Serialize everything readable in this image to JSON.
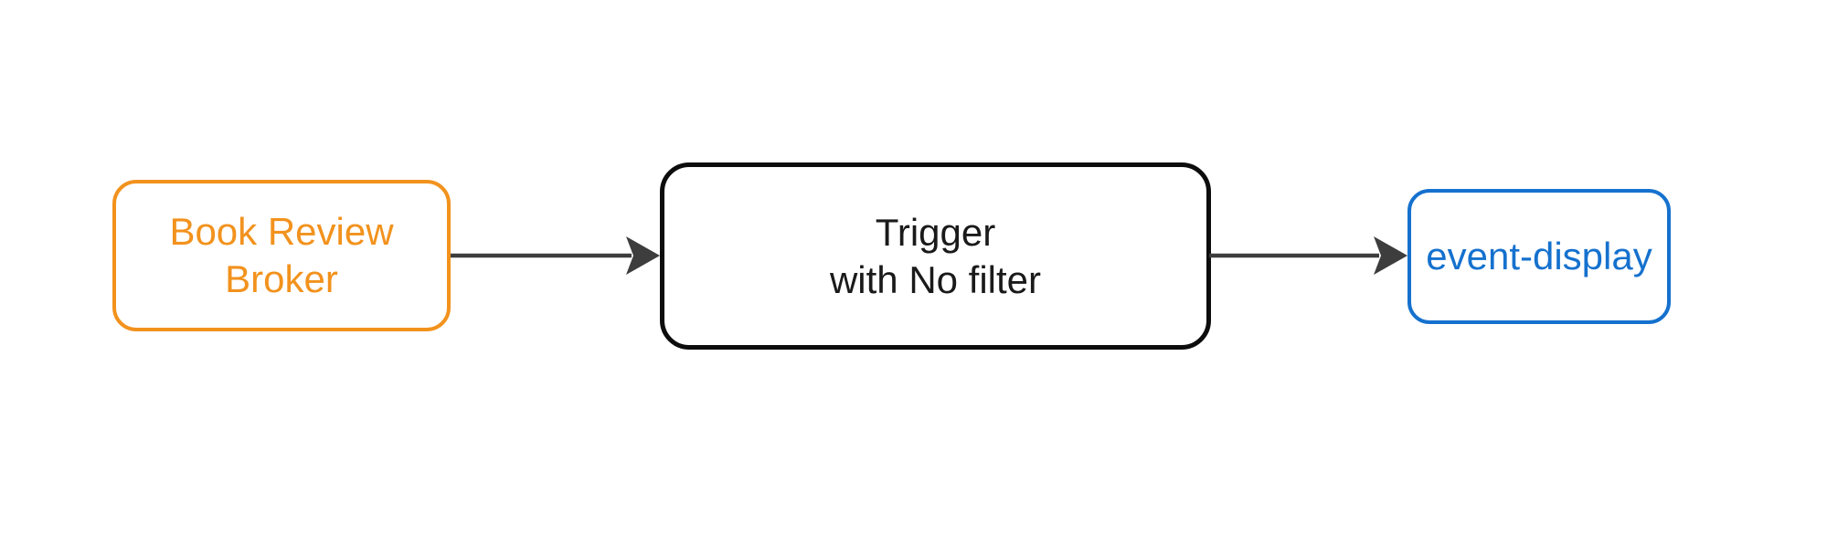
{
  "diagram": {
    "background": "#FFFFFF",
    "edge_color": "#3D3D3D",
    "nodes": [
      {
        "id": "book-review-broker",
        "label_lines": [
          "Book Review",
          "Broker"
        ],
        "color": "#F2921D",
        "shape": "rounded-rectangle"
      },
      {
        "id": "trigger-with-no-filter",
        "label_lines": [
          "Trigger",
          "with No filter"
        ],
        "color": "#0D0D0D",
        "shape": "rounded-rectangle"
      },
      {
        "id": "event-display",
        "label_lines": [
          "event-display"
        ],
        "color": "#1571CE",
        "shape": "rounded-rectangle"
      }
    ],
    "edges": [
      {
        "from": "book-review-broker",
        "to": "trigger-with-no-filter",
        "style": "arrow-right"
      },
      {
        "from": "trigger-with-no-filter",
        "to": "event-display",
        "style": "arrow-right"
      }
    ]
  }
}
